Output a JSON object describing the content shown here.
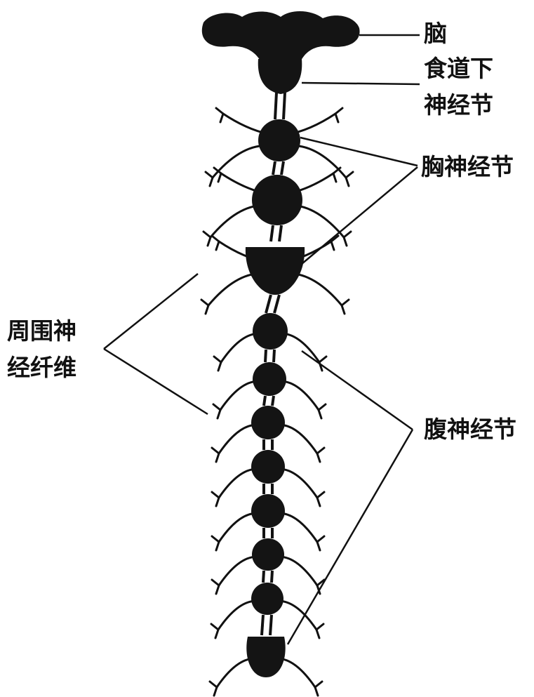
{
  "labels": {
    "brain": "脑",
    "subesophageal_line1": "食道下",
    "subesophageal_line2": "神经节",
    "thoracic": "胸神经节",
    "peripheral_line1": "周围神",
    "peripheral_line2": "经纤维",
    "abdominal": "腹神经节"
  },
  "colors": {
    "ink": "#111111",
    "background": "#ffffff"
  }
}
